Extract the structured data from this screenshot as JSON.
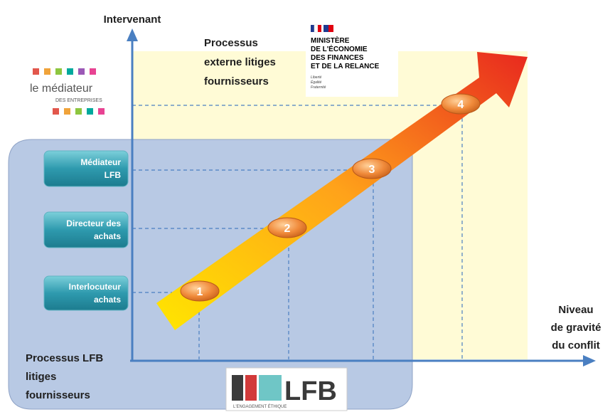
{
  "axes": {
    "y_title": "Intervenant",
    "x_title": [
      "Niveau",
      "de gravité",
      "du conflit"
    ]
  },
  "external_process": {
    "label": [
      "Processus",
      "externe litiges",
      "fournisseurs"
    ],
    "color": "#FFFBD6"
  },
  "internal_process": {
    "label": [
      "Processus LFB",
      "litiges",
      "fournisseurs"
    ],
    "color": "#B8C9E4"
  },
  "ministry_logo": {
    "lines": [
      "MINISTÈRE",
      "DE L'ÉCONOMIE",
      "DES FINANCES",
      "ET DE LA RELANCE"
    ],
    "motto": [
      "Liberté",
      "Égalité",
      "Fraternité"
    ]
  },
  "mediator_logo": {
    "line1": "le médiateur",
    "line2": "DES ENTREPRISES",
    "squares": [
      "#E2574C",
      "#F0A33A",
      "#8DC63F",
      "#00A99D",
      "#9B59B6",
      "#E84393"
    ]
  },
  "actors": [
    [
      "Médiateur",
      "LFB"
    ],
    [
      "Directeur des",
      "achats"
    ],
    [
      "Interlocuteur",
      "achats"
    ]
  ],
  "steps": [
    "1",
    "2",
    "3",
    "4"
  ],
  "lfb_logo": {
    "text": "LFB",
    "tagline": "L'ENGAGEMENT ÉTHIQUE",
    "bar_colors": [
      "#3B3B3B",
      "#D23A3A",
      "#6FC6C6"
    ]
  },
  "colors": {
    "axis": "#4A7FC1",
    "button": "#2E9AAE",
    "marker": "#F08A3A",
    "arrow_start": "#FFE600",
    "arrow_end": "#E8281E"
  }
}
